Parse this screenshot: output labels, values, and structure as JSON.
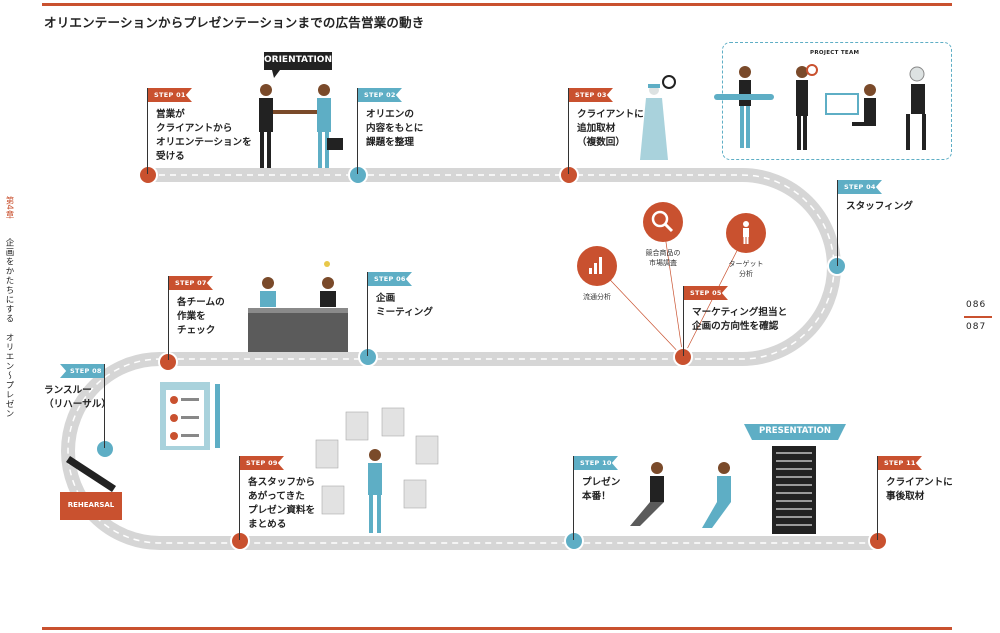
{
  "title": "オリエンテーションからプレゼンテーションまでの広告営業の動き",
  "side": {
    "chapter": "第4章",
    "title": "企画をかたちにする　オリエン～プレゼン"
  },
  "pages": {
    "left": "086",
    "right": "087"
  },
  "banners": {
    "orientation": "ORIENTATION",
    "project_team": "PROJECT TEAM",
    "presentation": "PRESENTATION",
    "rehearsal": "REHEARSAL"
  },
  "steps": [
    {
      "tag": "STEP 01",
      "lines": [
        "営業が",
        "クライアントから",
        "オリエンテーションを",
        "受ける"
      ]
    },
    {
      "tag": "STEP 02",
      "lines": [
        "オリエンの",
        "内容をもとに",
        "課題を整理"
      ]
    },
    {
      "tag": "STEP 03",
      "lines": [
        "クライアントに",
        "追加取材",
        "（複数回）"
      ]
    },
    {
      "tag": "STEP 04",
      "lines": [
        "スタッフィング"
      ]
    },
    {
      "tag": "STEP 05",
      "lines": [
        "マーケティング担当と",
        "企画の方向性を確認"
      ]
    },
    {
      "tag": "STEP 06",
      "lines": [
        "企画",
        "ミーティング"
      ]
    },
    {
      "tag": "STEP 07",
      "lines": [
        "各チームの",
        "作業を",
        "チェック"
      ]
    },
    {
      "tag": "STEP 08",
      "lines": [
        "ランスルー",
        "（リハーサル）"
      ]
    },
    {
      "tag": "STEP 09",
      "lines": [
        "各スタッフから",
        "あがってきた",
        "プレゼン資料を",
        "まとめる"
      ]
    },
    {
      "tag": "STEP 10",
      "lines": [
        "プレゼン",
        "本番！"
      ]
    },
    {
      "tag": "STEP 11",
      "lines": [
        "クライアントに",
        "事後取材"
      ]
    }
  ],
  "research": [
    {
      "label": "流通分析",
      "icon": "bar-chart-icon"
    },
    {
      "label_lines": [
        "競合商品の",
        "市場調査"
      ],
      "icon": "magnifier-icon"
    },
    {
      "label_lines": [
        "ターゲット",
        "分析"
      ],
      "icon": "person-icon"
    }
  ],
  "colors": {
    "accent_red": "#c9512f",
    "accent_blue": "#5eaec5",
    "road": "#d9d9d9",
    "dark": "#222222"
  }
}
